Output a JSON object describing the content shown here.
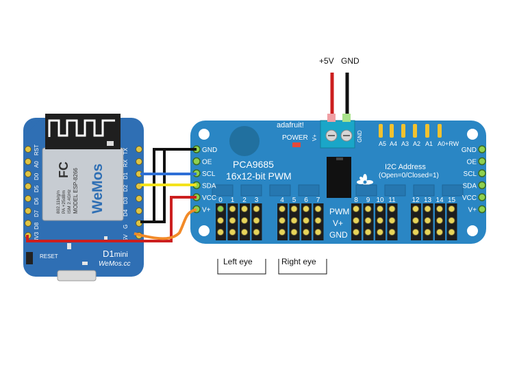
{
  "power": {
    "plus_label": "+5V",
    "gnd_label": "GND"
  },
  "wemos": {
    "brand": "WeMos",
    "model_line": "MODEL ESP-8266",
    "spec_lines": [
      "ISM 2.4GHz",
      "PA +25dBm",
      "802.11b/g/n"
    ],
    "fcc": "FC",
    "left_pins": [
      "RST",
      "A0",
      "D0",
      "D5",
      "D6",
      "D7",
      "D8",
      "3V3"
    ],
    "right_pins": [
      "TX",
      "RX",
      "D1",
      "D2",
      "D3",
      "D4",
      "G",
      "5V"
    ],
    "reset_label": "RESET",
    "name": "D1",
    "name_sub": "mini",
    "footer": "WeMos.cc"
  },
  "pca": {
    "brand": "adafruit!",
    "power_label": "POWER",
    "v_label": "V+",
    "gnd_label": "GND",
    "title1": "PCA9685",
    "title2": "16x12-bit PWM",
    "addr_labels": [
      "A5",
      "A4",
      "A3",
      "A2",
      "A1",
      "A0+RW"
    ],
    "addr_title": "I2C Address",
    "addr_sub": "(Open=0/Closed=1)",
    "left_pins": [
      "GND",
      "OE",
      "SCL",
      "SDA",
      "VCC",
      "V+"
    ],
    "right_pins": [
      "GND",
      "OE",
      "SCL",
      "SDA",
      "VCC",
      "V+"
    ],
    "channels": [
      "0",
      "1",
      "2",
      "3",
      "4",
      "5",
      "6",
      "7",
      "8",
      "9",
      "10",
      "11",
      "12",
      "13",
      "14",
      "15"
    ],
    "row_labels": [
      "PWM",
      "V+",
      "GND"
    ]
  },
  "labels": {
    "left_eye": "Left eye",
    "right_eye": "Right eye"
  },
  "colors": {
    "board_blue": "#2a86c4",
    "wemos_blue": "#2f6fb4",
    "wire_red": "#cc1f1f",
    "wire_black": "#111111",
    "wire_blue": "#2d6fd6",
    "wire_yellow": "#f4e21c",
    "wire_orange": "#f28a28",
    "pin_green": "#8fd14f",
    "gold": "#f2c22e"
  }
}
